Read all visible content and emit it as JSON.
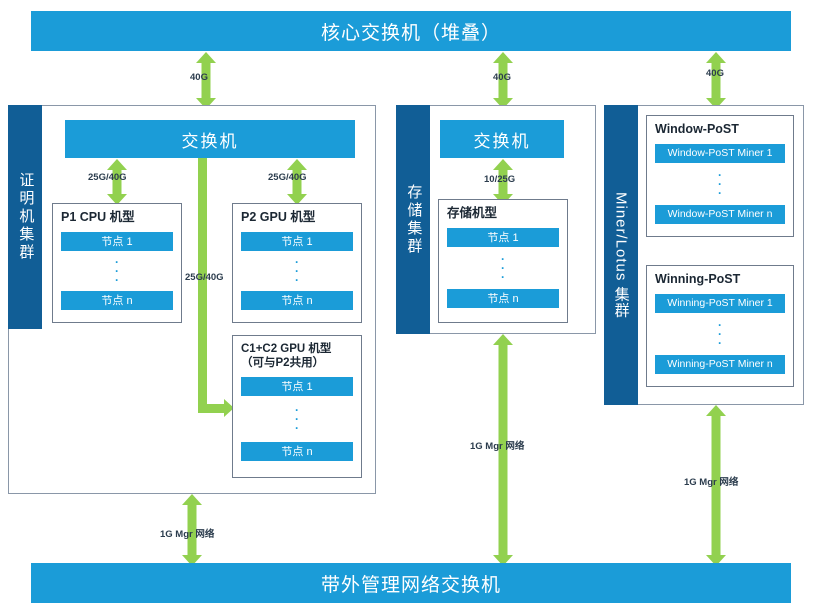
{
  "diagram": {
    "title_top": "核心交换机（堆叠）",
    "title_bottom": "带外管理网络交换机"
  },
  "clusters": [
    {
      "id": "proving",
      "tab_label": "证明机集群",
      "switch_label": "交换机",
      "groups": [
        {
          "id": "p1-cpu",
          "title": "P1 CPU 机型",
          "nodes": [
            "节点 1",
            "节点 n"
          ],
          "ellipsis": "⋮"
        },
        {
          "id": "p2-gpu",
          "title": "P2 GPU 机型",
          "nodes": [
            "节点 1",
            "节点 n"
          ],
          "ellipsis": "⋮"
        },
        {
          "id": "c1c2-gpu",
          "title": "C1+C2 GPU 机型",
          "title_line2": "（可与P2共用）",
          "nodes": [
            "节点 1",
            "节点 n"
          ],
          "ellipsis": "⋮"
        }
      ]
    },
    {
      "id": "storage",
      "tab_label": "存储集群",
      "switch_label": "交换机",
      "groups": [
        {
          "id": "storage-model",
          "title": "存储机型",
          "nodes": [
            "节点 1",
            "节点 n"
          ],
          "ellipsis": "⋮"
        }
      ]
    },
    {
      "id": "miner-lotus",
      "tab_label": "Miner/Lotus 集群",
      "tab_label_latin": "Miner/Lotus",
      "tab_label_cn": "集群",
      "groups": [
        {
          "id": "window-post",
          "title": "Window-PoST",
          "nodes": [
            "Window-PoST Miner 1",
            "Window-PoST Miner n"
          ],
          "ellipsis": "⋮"
        },
        {
          "id": "winning-post",
          "title": "Winning-PoST",
          "nodes": [
            "Winning-PoST Miner 1",
            "Winning-PoST Miner n"
          ],
          "ellipsis": "⋮"
        }
      ]
    }
  ],
  "links": [
    {
      "id": "core-to-proving-switch",
      "label": "40G"
    },
    {
      "id": "core-to-storage-switch",
      "label": "40G"
    },
    {
      "id": "core-to-miner-cluster",
      "label": "40G"
    },
    {
      "id": "proving-switch-to-p1",
      "label": "25G/40G"
    },
    {
      "id": "proving-switch-to-p2",
      "label": "25G/40G"
    },
    {
      "id": "proving-switch-to-c1c2",
      "label": "25G/40G"
    },
    {
      "id": "storage-switch-to-storage-model",
      "label": "10/25G"
    },
    {
      "id": "proving-to-mgmt",
      "label": "1G Mgr 网络"
    },
    {
      "id": "storage-to-mgmt",
      "label": "1G Mgr 网络"
    },
    {
      "id": "miner-to-mgmt",
      "label": "1G Mgr 网络"
    }
  ],
  "colors": {
    "accent_blue": "#1B9CD8",
    "tab_blue": "#115E96",
    "arrow_green": "#92D14F",
    "panel_border": "#8a97a8",
    "group_border": "#6f7b8c",
    "text_dark": "#2b3c4d"
  }
}
